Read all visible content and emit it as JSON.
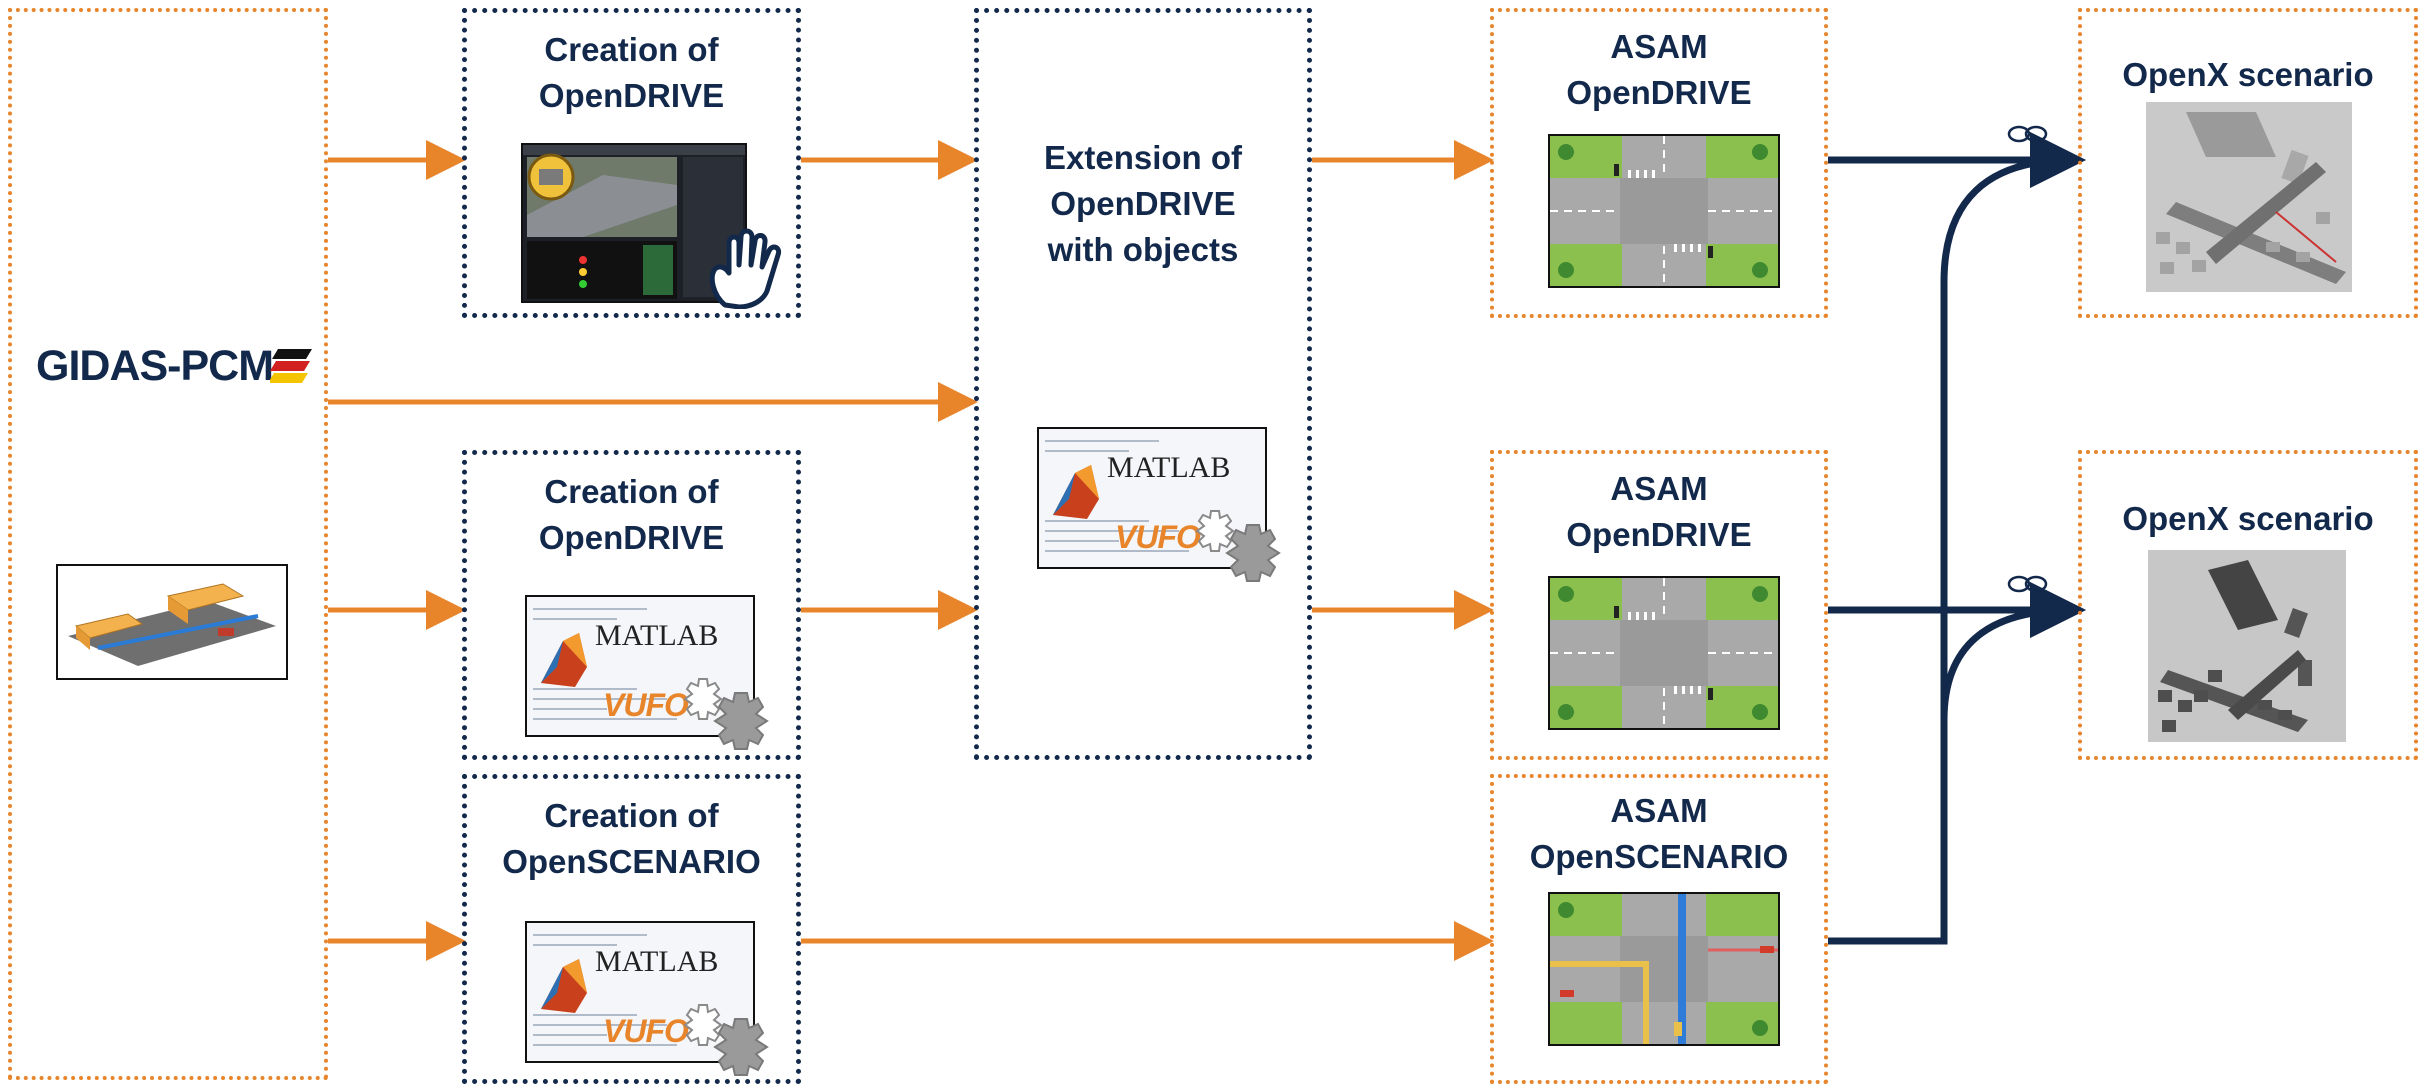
{
  "source": {
    "logo_text": "GIDAS-PCM"
  },
  "steps": [
    {
      "id": "create-od-manual",
      "title_line1": "Creation of",
      "title_line2": "OpenDRIVE",
      "tool": "manual-editor"
    },
    {
      "id": "create-od-matlab",
      "title_line1": "Creation of",
      "title_line2": "OpenDRIVE",
      "tool": "MATLAB"
    },
    {
      "id": "create-osc-matlab",
      "title_line1": "Creation of",
      "title_line2": "OpenSCENARIO",
      "tool": "MATLAB"
    },
    {
      "id": "extend-od",
      "title_line1": "Extension of",
      "title_line2": "OpenDRIVE",
      "title_line3": "with objects",
      "tool": "MATLAB"
    }
  ],
  "outputs": [
    {
      "id": "asam-od-1",
      "title_line1": "ASAM",
      "title_line2": "OpenDRIVE"
    },
    {
      "id": "asam-od-2",
      "title_line1": "ASAM",
      "title_line2": "OpenDRIVE"
    },
    {
      "id": "asam-osc",
      "title_line1": "ASAM",
      "title_line2": "OpenSCENARIO"
    }
  ],
  "results": [
    {
      "id": "openx-1",
      "title": "OpenX scenario"
    },
    {
      "id": "openx-2",
      "title": "OpenX scenario"
    }
  ],
  "tool_labels": {
    "matlab": "MATLAB",
    "vufo": "VUFO"
  },
  "colors": {
    "orange": "#e8852b",
    "navy": "#13294b"
  },
  "edges": [
    {
      "from": "source",
      "to": "create-od-manual"
    },
    {
      "from": "source",
      "to": "extend-od"
    },
    {
      "from": "source",
      "to": "create-od-matlab"
    },
    {
      "from": "source",
      "to": "create-osc-matlab"
    },
    {
      "from": "create-od-manual",
      "to": "extend-od"
    },
    {
      "from": "create-od-matlab",
      "to": "extend-od"
    },
    {
      "from": "extend-od",
      "to": "asam-od-1"
    },
    {
      "from": "extend-od",
      "to": "asam-od-2"
    },
    {
      "from": "create-osc-matlab",
      "to": "asam-osc"
    },
    {
      "from": "asam-od-1",
      "to": "openx-1"
    },
    {
      "from": "asam-od-2",
      "to": "openx-2"
    },
    {
      "from": "asam-osc",
      "to": "openx-1"
    },
    {
      "from": "asam-osc",
      "to": "openx-2"
    }
  ]
}
